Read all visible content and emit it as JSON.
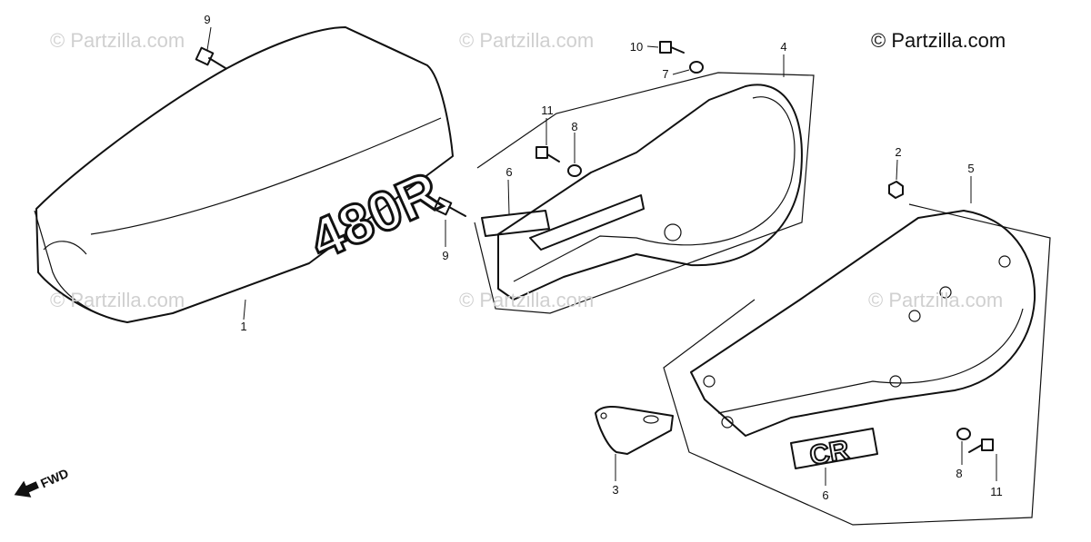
{
  "copyright": "© Partzilla.com",
  "watermark": "© Partzilla.com",
  "direction_label": "FWD",
  "decals": {
    "seat": "480R",
    "side_cover": "CR"
  },
  "callouts": [
    "1",
    "2",
    "3",
    "4",
    "5",
    "6",
    "6",
    "7",
    "8",
    "8",
    "9",
    "9",
    "10",
    "11",
    "11"
  ]
}
